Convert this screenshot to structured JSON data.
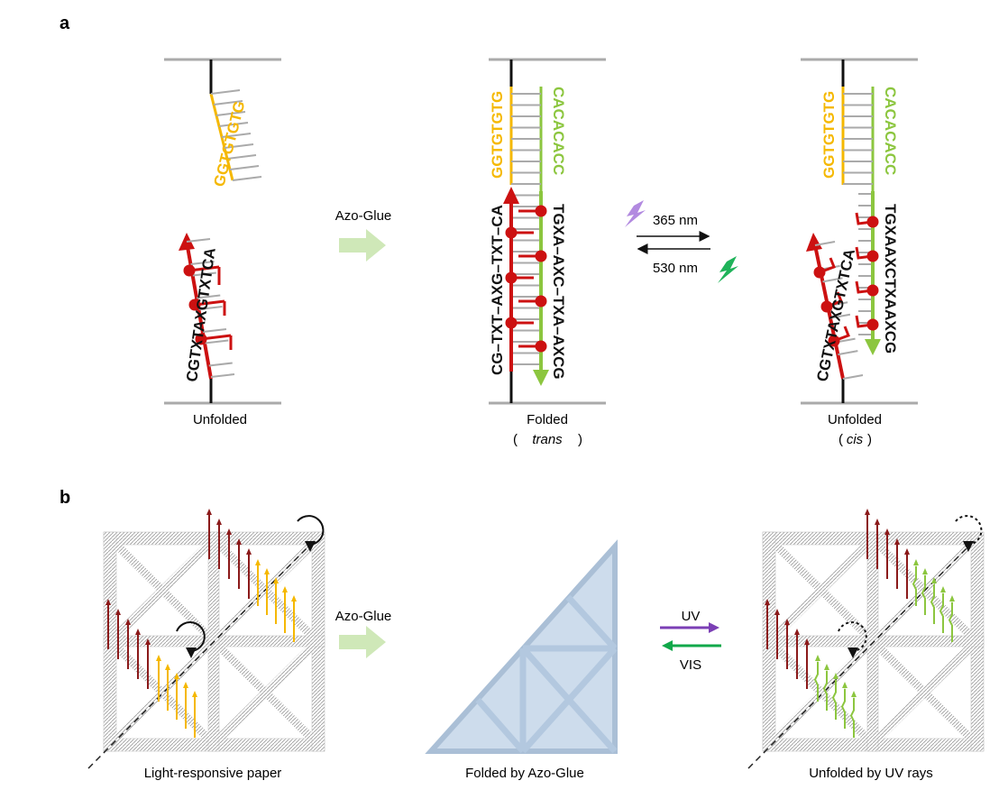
{
  "panel_a": {
    "letter": "a",
    "captions": {
      "unfolded": "Unfolded",
      "folded_line1": "Folded",
      "folded_line2": "trans",
      "unfolded_cis_line1": "Unfolded",
      "unfolded_cis_line2": "cis"
    },
    "arrow_label": "Azo-Glue",
    "wavelength_forward": "365 nm",
    "wavelength_reverse": "530 nm",
    "sequences": {
      "orange": "GGTGTGTG",
      "green": "CACACACC",
      "red_unfolded": "CGTXTAXGTXTCA",
      "red_folded": "CG–TXT–AXG–TXT–CA",
      "black_folded": "TGXA–AXC–TXA–AXCG",
      "black_cis": "TGXAAXCTXAAXCG"
    }
  },
  "panel_b": {
    "letter": "b",
    "captions": {
      "left": "Light-responsive paper",
      "middle": "Folded by Azo-Glue",
      "right": "Unfolded by UV rays"
    },
    "arrow_label": "Azo-Glue",
    "uv_label": "UV",
    "vis_label": "VIS"
  },
  "colors": {
    "orange": "#f5b800",
    "green": "#8cc63f",
    "red": "#cc1111",
    "dark_red": "#8b1a1a",
    "gray": "#aaaaaa",
    "light_green_arrow": "#cfe8b8",
    "purple": "#7b3fb5",
    "bright_green": "#11a84a",
    "triangle_fill": "#cddcec"
  }
}
